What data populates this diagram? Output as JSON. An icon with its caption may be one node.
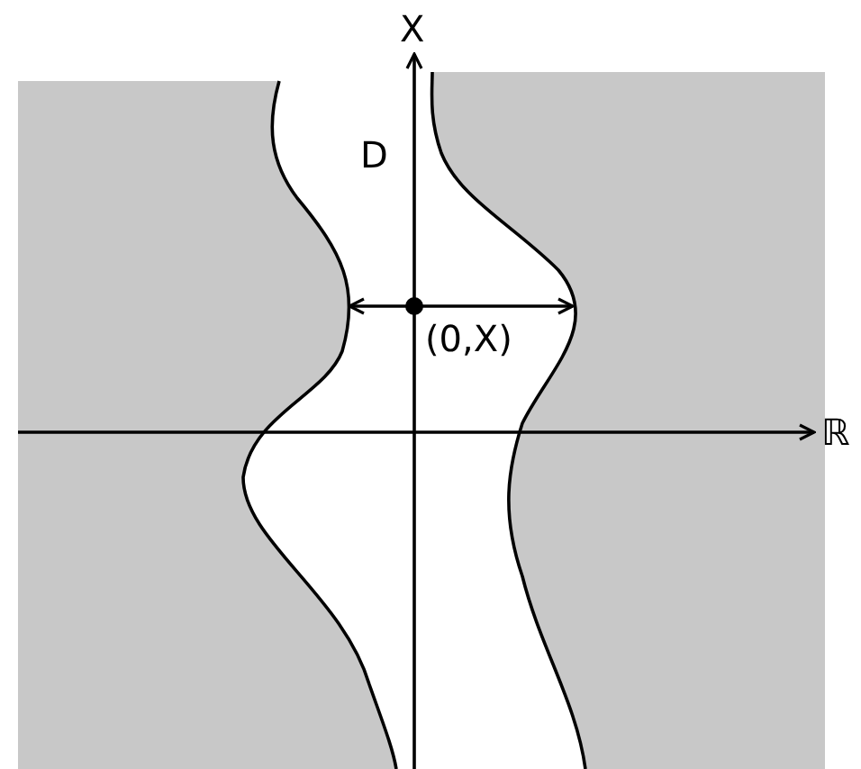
{
  "diagram": {
    "labels": [
      "X",
      "D",
      "(0,X)",
      "ℝ"
    ]
  }
}
